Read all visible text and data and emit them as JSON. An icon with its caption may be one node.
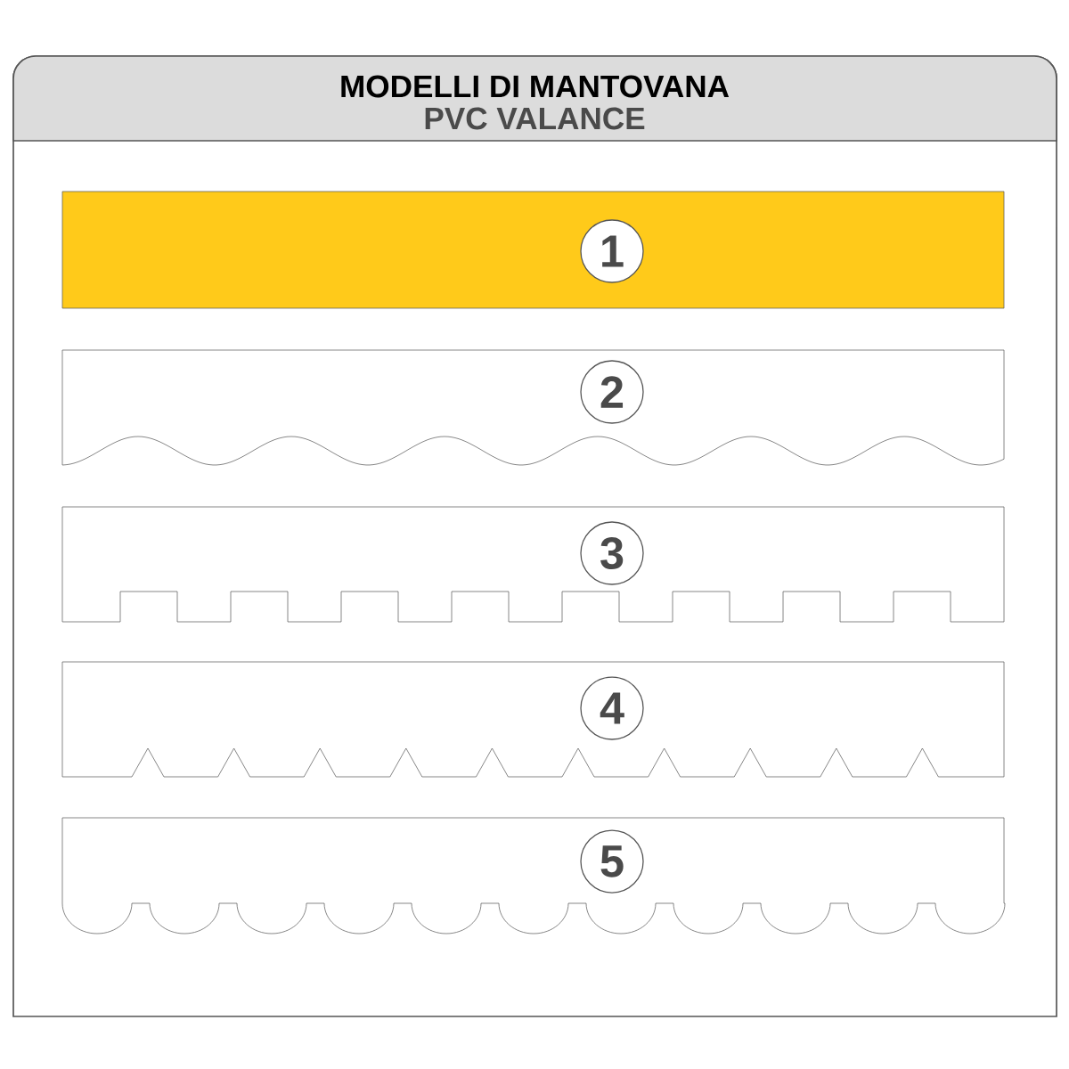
{
  "diagram": {
    "nodes": [
      {
        "text": [
          "MODELLI DI MANTOVANA",
          "PVC VALANCE"
        ]
      },
      {
        "text": [
          "1"
        ],
        "in": 0
      },
      {
        "text": [
          "2"
        ],
        "in": 0
      },
      {
        "text": [
          "3"
        ],
        "in": 0
      },
      {
        "text": [
          "4"
        ],
        "in": 0
      },
      {
        "text": [
          "5"
        ],
        "in": 0
      }
    ],
    "edges": []
  }
}
